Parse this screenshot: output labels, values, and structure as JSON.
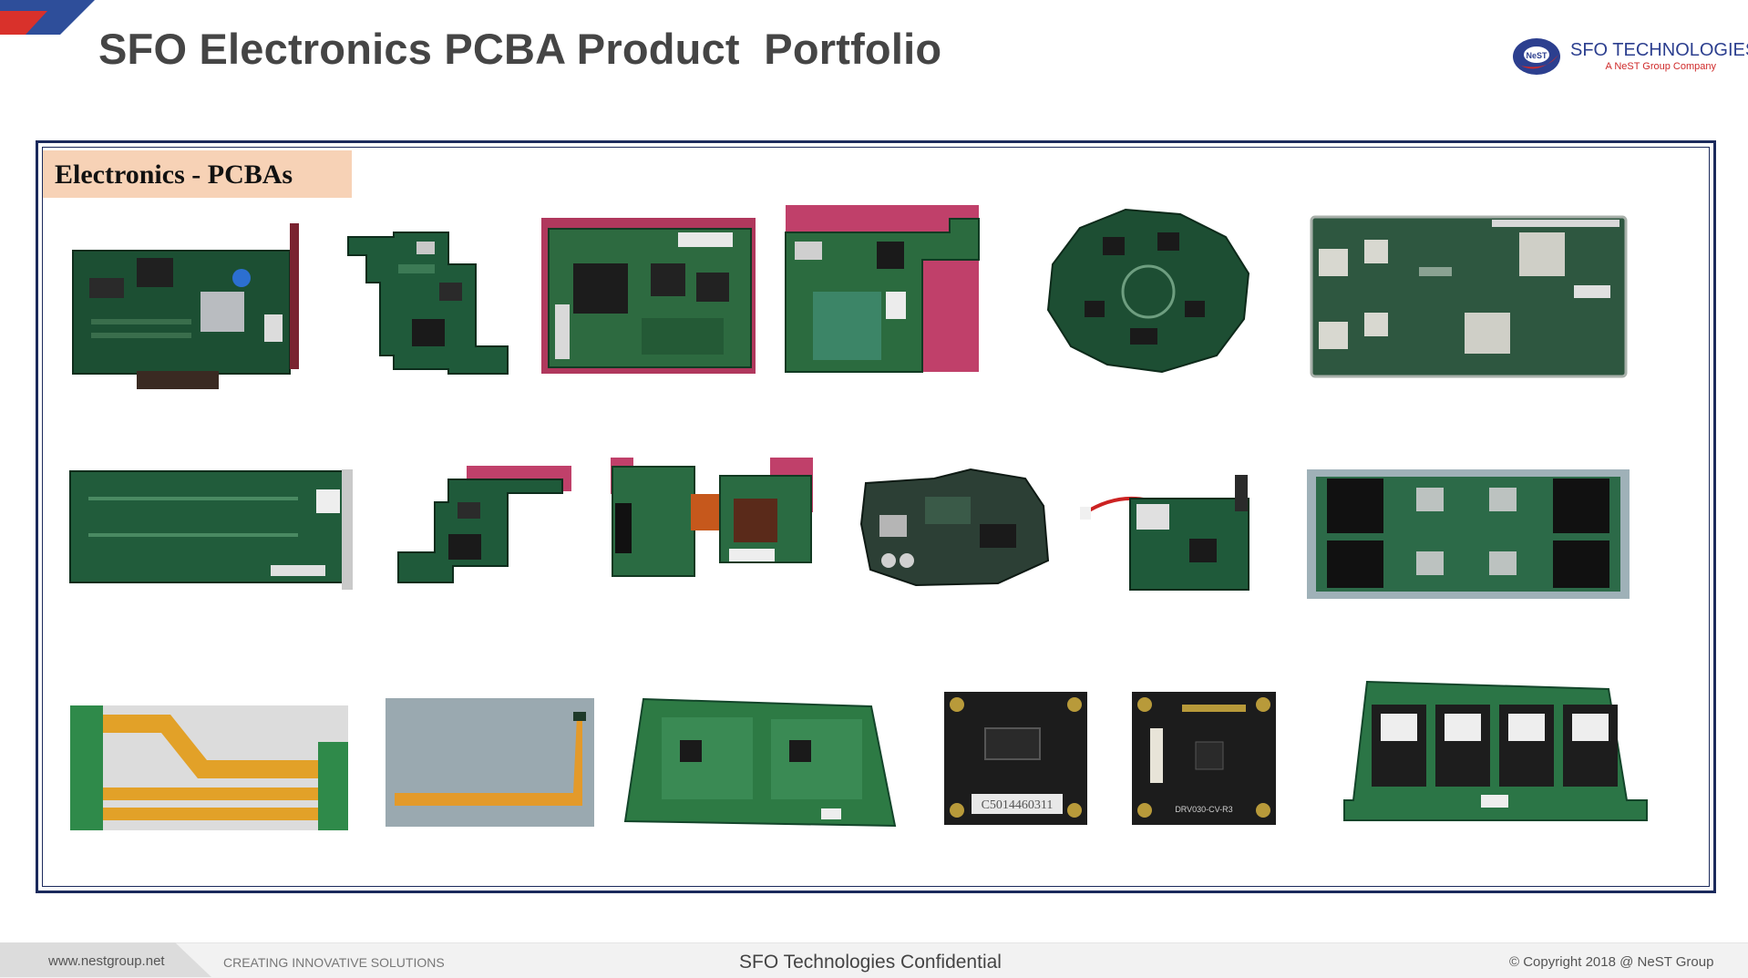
{
  "slide": {
    "title": "SFO Electronics PCBA Product  Portfolio",
    "section_label": "Electronics - PCBAs"
  },
  "logo": {
    "name": "SFO TECHNOLOGIES",
    "tagline": "A NeST Group Company",
    "mark_text": "NeST"
  },
  "footer": {
    "url": "www.nestgroup.net",
    "tagline": "CREATING INNOVATIVE SOLUTIONS",
    "confidential": "SFO Technologies Confidential",
    "copyright": "© Copyright 2018  @ NeST  Group"
  },
  "colors": {
    "frame": "#1b2a5c",
    "section_label_bg": "#f7d2b6",
    "pcb_green": "#1f5a3a",
    "flex_orange": "#e0a030",
    "brand_blue": "#2c3f8f",
    "brand_red": "#cf2a2a"
  },
  "icons": [
    "pcb-photo",
    "flex-cable-photo",
    "sensor-module-photo",
    "nest-logo-icon"
  ],
  "label_codes": {
    "sensor_a": "C5014460311",
    "sensor_b": "DRV030-CV-R3"
  }
}
